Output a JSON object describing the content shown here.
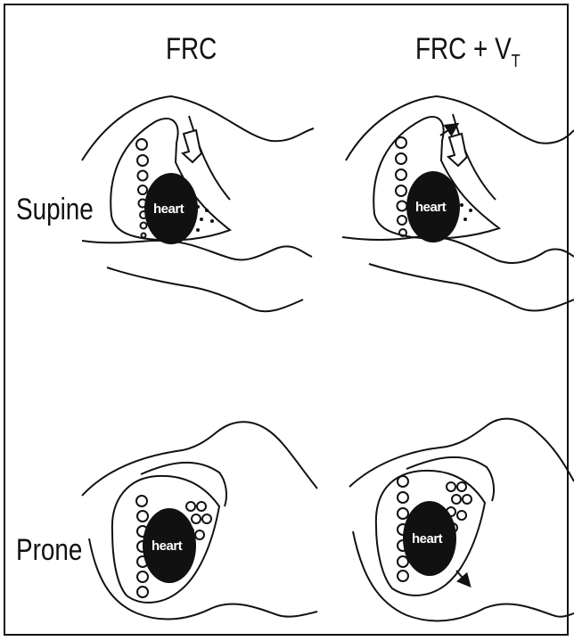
{
  "columns": {
    "frc": "FRC",
    "frc_vt_main": "FRC + V",
    "frc_vt_sub": "T"
  },
  "rows": {
    "supine": "Supine",
    "prone": "Prone"
  },
  "heart_label": "heart",
  "colors": {
    "line": "#111111",
    "heart_fill": "#111111",
    "background": "#ffffff"
  }
}
